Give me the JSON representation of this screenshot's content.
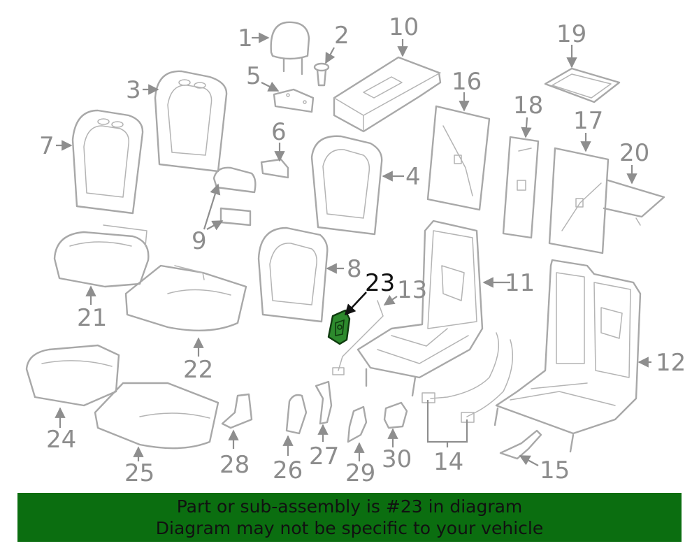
{
  "diagram": {
    "callouts": [
      "1",
      "2",
      "3",
      "4",
      "5",
      "6",
      "7",
      "8",
      "9",
      "10",
      "11",
      "12",
      "13",
      "14",
      "15",
      "16",
      "17",
      "18",
      "19",
      "20",
      "21",
      "22",
      "23",
      "24",
      "25",
      "26",
      "27",
      "28",
      "29",
      "30"
    ],
    "highlighted_callout": "23",
    "highlight_color": "#2d8a2d"
  },
  "banner": {
    "line1": "Part or sub-assembly is #23 in diagram",
    "line2": "Diagram may not be specific to your vehicle",
    "background": "#0b6e10"
  }
}
